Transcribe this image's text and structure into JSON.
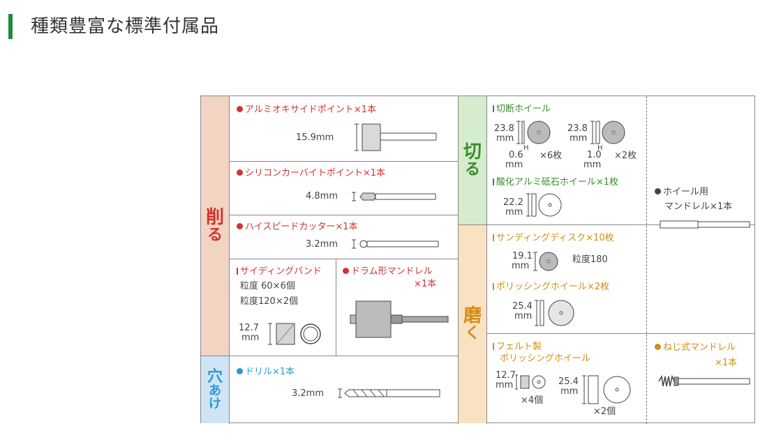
{
  "page_title": "種類豊富な標準付属品",
  "colors": {
    "title_bar": "#1f8a3b",
    "kezuru": "#f2d4c2",
    "ana": "#cfe4f4",
    "kiru": "#d5ecce",
    "migaku": "#f9e2c2"
  },
  "categories": {
    "kezuru": [
      "削",
      "る"
    ],
    "ana": [
      "穴",
      "あ",
      "け"
    ],
    "kiru": [
      "切",
      "る"
    ],
    "migaku": [
      "磨",
      "く"
    ]
  },
  "items": {
    "alumina_point": {
      "name": "アルミオキサイドポイント×1本",
      "size": "15.9mm"
    },
    "sic_point": {
      "name": "シリコンカーバイトポイント×1本",
      "size": "4.8mm"
    },
    "hss_cutter": {
      "name": "ハイスピードカッター×1本",
      "size": "3.2mm"
    },
    "sanding_band": {
      "name": "サイディングバンド",
      "grit1": "粒度  60×6個",
      "grit2": "粒度120×2個",
      "size_value": "12.7",
      "size_unit": "mm"
    },
    "drum_mandrel": {
      "name": "ドラム形マンドレル",
      "qty": "×1本"
    },
    "drill": {
      "name": "ドリル×1本",
      "size": "3.2mm"
    },
    "cutoff_wheel": {
      "name": "切断ホイール",
      "d1_value": "23.8",
      "d1_unit": "mm",
      "t1_value": "0.6",
      "t1_unit": "mm",
      "h": "H",
      "q1": "×6枚",
      "d2_value": "23.8",
      "d2_unit": "mm",
      "t2_value": "1.0",
      "t2_unit": "mm",
      "q2": "×2枚"
    },
    "alumina_wheel": {
      "name": "酸化アルミ砥石ホイール×1枚",
      "size_value": "22.2",
      "size_unit": "mm"
    },
    "sanding_disc": {
      "name": "サンディングディスク×10枚",
      "size_value": "19.1",
      "size_unit": "mm",
      "grit": "粒度180"
    },
    "polishing_wheel": {
      "name": "ポリッシングホイール×2枚",
      "size_value": "25.4",
      "size_unit": "mm"
    },
    "felt_wheel": {
      "name1": "フェルト製",
      "name2": "ポリッシングホイール",
      "s1_value": "12.7",
      "s1_unit": "mm",
      "q1": "×4個",
      "s2_value": "25.4",
      "s2_unit": "mm",
      "q2": "×2個"
    },
    "wheel_mandrel": {
      "name1": "ホイール用",
      "name2": "マンドレル×1本"
    },
    "screw_mandrel": {
      "name": "ねじ式マンドレル",
      "qty": "×1本"
    }
  }
}
